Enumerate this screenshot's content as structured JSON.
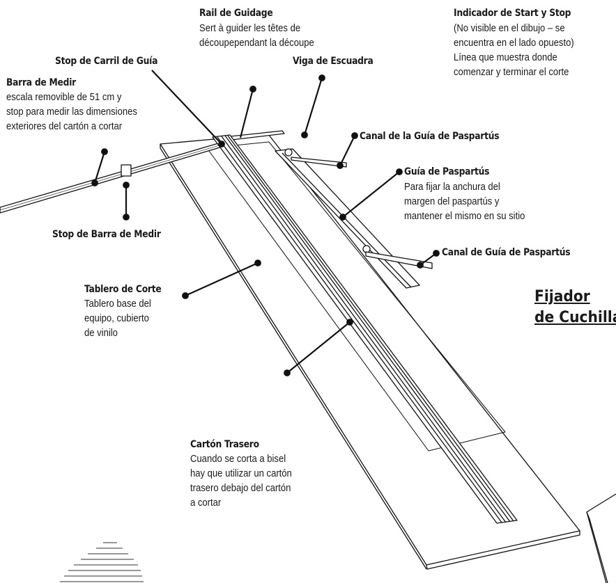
{
  "labels": {
    "rail": {
      "title": "Rail de Guidage",
      "desc": [
        "Sert à guider les têtes de",
        "découpependant la découpe"
      ]
    },
    "indicador": {
      "title": "Indicador de Start y Stop",
      "desc": [
        "(No visible en el dibujo – se",
        "encuentra en el lado opuesto)",
        "Línea que muestra donde",
        "comenzar y terminar el corte"
      ]
    },
    "stop_carril": {
      "title": "Stop de Carril de Guía"
    },
    "viga": {
      "title": "Viga de Escuadra"
    },
    "barra": {
      "title": "Barra de Medir",
      "desc": [
        "escala removible de 51 cm y",
        "stop para medir las dimensiones",
        "exteriores del cartón a cortar"
      ]
    },
    "canal1": {
      "title": "Canal de la Guía de Paspartús"
    },
    "guia": {
      "title": "Guía de Paspartús",
      "desc": [
        "Para fijar la anchura del",
        "margen del paspartús y",
        "mantener el mismo en su sitio"
      ]
    },
    "stop_barra": {
      "title": "Stop de Barra de Medir"
    },
    "canal2": {
      "title": "Canal de Guía de Paspartús"
    },
    "tablero": {
      "title": "Tablero de Corte",
      "desc": [
        "Tablero base del",
        "equipo, cubierto",
        "de vinilo"
      ]
    },
    "fijador": {
      "lines": [
        "Fijador",
        "de Cuchilla"
      ]
    },
    "carton": {
      "title": "Cartón Trasero",
      "desc": [
        "Cuando se corta a bisel",
        "hay que utilizar un cartón",
        "trasero debajo del cartón",
        "a cortar"
      ]
    }
  }
}
